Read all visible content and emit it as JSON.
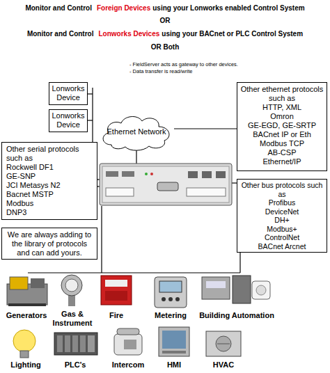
{
  "diagram": {
    "nodes": [
      {
        "text": [
          "Lonworks Device"
        ]
      },
      {
        "text": [
          "Lonworks Device"
        ]
      },
      {
        "text": [
          "Ethernet Network"
        ]
      },
      {
        "text": [
          "Other ethernet protocols such as",
          "HTTP, XML",
          "Omron",
          "GE-EGD, GE-SRTP",
          "BACnet IP or Eth",
          "Modbus TCP",
          "AB-CSP",
          "Ethernet/IP"
        ]
      },
      {
        "text": [
          "Other serial protocols such as",
          "Rockwell DF1",
          "GE-SNP",
          "JCI Metasys N2",
          "Bacnet MSTP",
          "Modbus",
          "DNP3"
        ]
      },
      {
        "text": [
          "Other bus protocols such as",
          "Profibus",
          "DeviceNet",
          "DH+",
          "Modbus+",
          "ControlNet",
          "BACnet Arcnet"
        ]
      },
      {
        "text": [
          "We are always adding to the library of protocols and can add yours."
        ]
      }
    ],
    "edges": [],
    "labels": [
      "Monitor and Control",
      "Foreign Devices",
      "using your Lonworks enabled Control System",
      "OR",
      "Monitor and Control",
      "Lonworks Devices",
      "using your BACnet or PLC Control System",
      "OR Both",
      "- FieldServer acts as gateway to other devices.",
      "- Data transfer is read/write",
      "Generators",
      "Gas & Instrument",
      "Fire",
      "Metering",
      "Building Automation",
      "Lighting",
      "PLC's",
      "Intercom",
      "HMI",
      "HVAC"
    ]
  }
}
